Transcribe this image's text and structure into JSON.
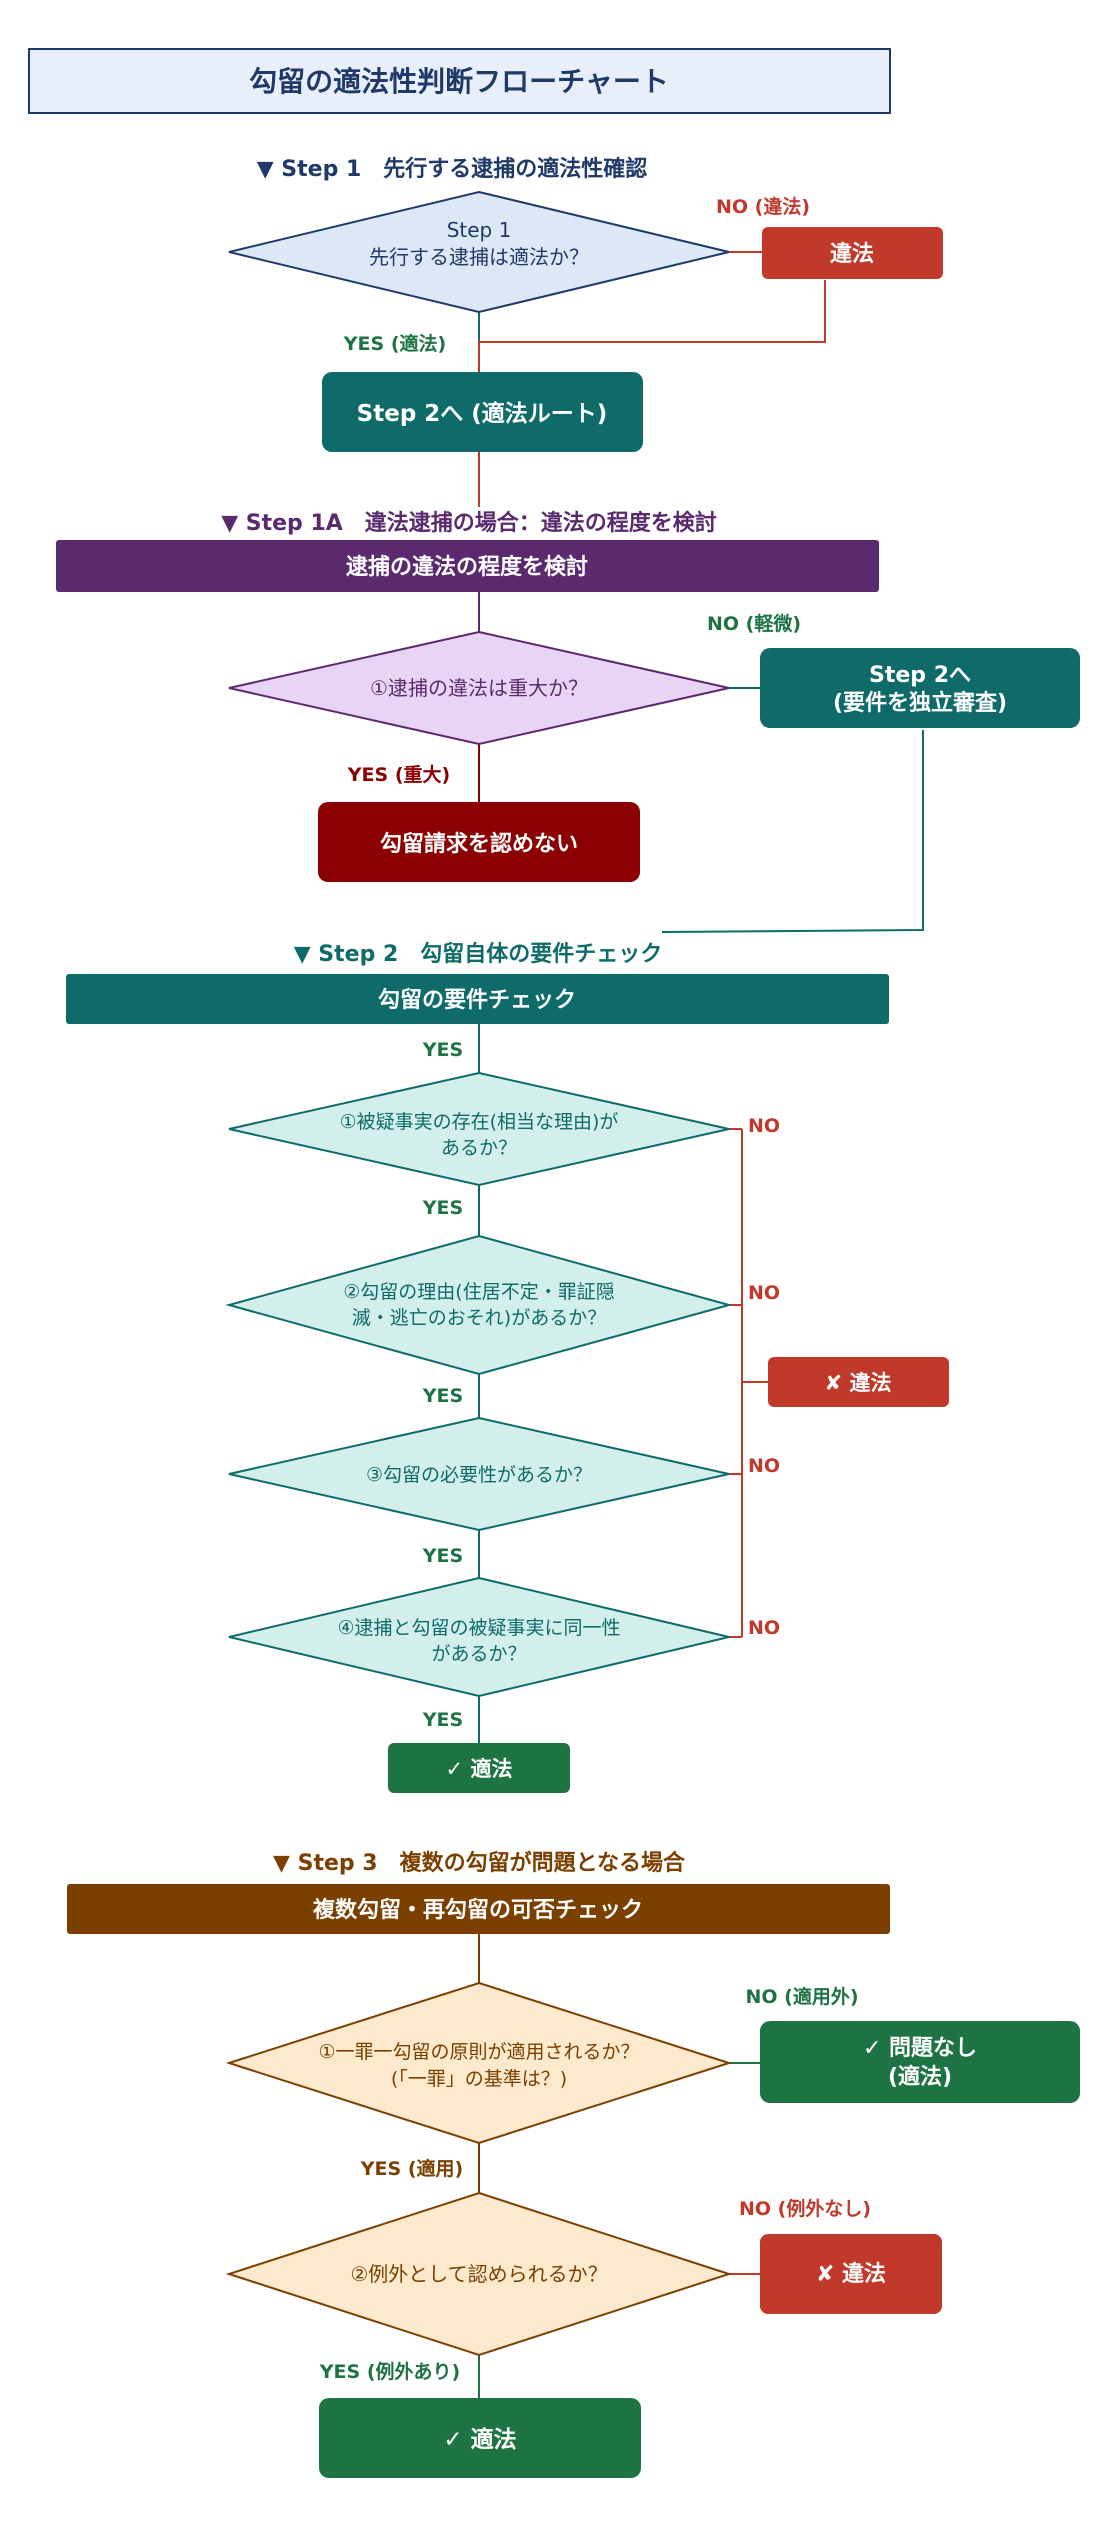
{
  "title": "勾留の適法性判断フローチャート",
  "colors": {
    "navy": "#1f3a68",
    "blue_fill": "#dde8f7",
    "red": "#c0392b",
    "teal": "#0e6b6a",
    "teal_fill": "#d3efec",
    "purple": "#5b2a6e",
    "purple_fill": "#e8d5f5",
    "darkred": "#8b0000",
    "green": "#1e7343",
    "brown": "#7b3f00",
    "brown_fill": "#fde9cc"
  },
  "step1": {
    "header": "▼ Step 1　先行する逮捕の適法性確認",
    "decision_line1": "Step 1",
    "decision_line2": "先行する逮捕は適法か？",
    "no_label": "NO (違法)",
    "no_result": "違法",
    "yes_label": "YES (適法)",
    "yes_result": "Step 2へ (適法ルート)"
  },
  "step1a": {
    "header": "▼ Step 1A　違法逮捕の場合：違法の程度を検討",
    "bar": "逮捕の違法の程度を検討",
    "decision": "①逮捕の違法は重大か？",
    "no_label": "NO (軽微)",
    "no_result_line1": "Step 2へ",
    "no_result_line2": "(要件を独立審査)",
    "yes_label": "YES (重大)",
    "yes_result": "勾留請求を認めない"
  },
  "step2": {
    "header": "▼ Step 2　勾留自体の要件チェック",
    "bar": "勾留の要件チェック",
    "yes_label": "YES",
    "no_label": "NO",
    "q1_line1": "①被疑事実の存在(相当な理由)が",
    "q1_line2": "あるか？",
    "q2_line1": "②勾留の理由(住居不定・罪証隠",
    "q2_line2": "滅・逃亡のおそれ)があるか？",
    "q3": "③勾留の必要性があるか？",
    "q4_line1": "④逮捕と勾留の被疑事実に同一性",
    "q4_line2": "があるか？",
    "violation": "✘ 違法",
    "lawful": "✓ 適法"
  },
  "step3": {
    "header": "▼ Step 3　複数の勾留が問題となる場合",
    "bar": "複数勾留・再勾留の可否チェック",
    "q1_line1": "①一罪一勾留の原則が適用されるか？",
    "q1_line2": "(「一罪」の基準は？)",
    "q1_no_label": "NO (適用外)",
    "q1_no_result_line1": "✓ 問題なし",
    "q1_no_result_line2": "(適法)",
    "q1_yes_label": "YES (適用)",
    "q2": "②例外として認められるか？",
    "q2_no_label": "NO (例外なし)",
    "q2_no_result": "✘ 違法",
    "q2_yes_label": "YES (例外あり)",
    "q2_yes_result": "✓ 適法"
  }
}
